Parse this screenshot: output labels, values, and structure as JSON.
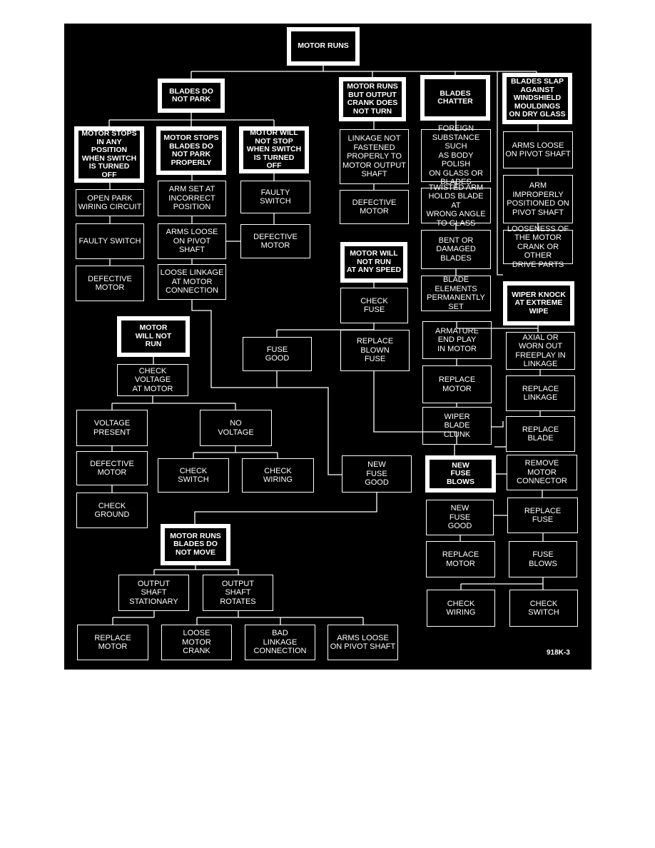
{
  "figure_label": "918K-3",
  "nodes": [
    {
      "id": "root",
      "label": "MOTOR RUNS",
      "head": true
    },
    {
      "id": "h1",
      "label": "BLADES DO\nNOT PARK",
      "head": true
    },
    {
      "id": "h2",
      "label": "MOTOR RUNS\nBUT OUTPUT\nCRANK DOES\nNOT TURN",
      "head": true
    },
    {
      "id": "h3",
      "label": "BLADES\nCHATTER",
      "head": true
    },
    {
      "id": "h4",
      "label": "BLADES SLAP\nAGAINST\nWINDSHIELD\nMOULDINGS\nON DRY GLASS",
      "head": true
    },
    {
      "id": "s1",
      "label": "MOTOR STOPS\nIN ANY\nPOSITION\nWHEN SWITCH\nIS TURNED\nOFF",
      "head": true
    },
    {
      "id": "s2",
      "label": "MOTOR STOPS\nBLADES DO\nNOT PARK\nPROPERLY",
      "head": true
    },
    {
      "id": "s3",
      "label": "MOTOR WILL\nNOT STOP\nWHEN SWITCH\nIS TURNED\nOFF",
      "head": true
    },
    {
      "id": "a1",
      "label": "OPEN PARK\nWIRING CIRCUIT"
    },
    {
      "id": "a2",
      "label": "FAULTY SWITCH"
    },
    {
      "id": "a3",
      "label": "DEFECTIVE\nMOTOR"
    },
    {
      "id": "b1",
      "label": "ARM SET AT\nINCORRECT\nPOSITION"
    },
    {
      "id": "b2",
      "label": "ARMS LOOSE\nON PIVOT SHAFT"
    },
    {
      "id": "b3",
      "label": "LOOSE LINKAGE\nAT MOTOR\nCONNECTION"
    },
    {
      "id": "c1",
      "label": "FAULTY\nSWITCH"
    },
    {
      "id": "c2",
      "label": "DEFECTIVE\nMOTOR"
    },
    {
      "id": "d1",
      "label": "LINKAGE NOT\nFASTENED\nPROPERLY TO\nMOTOR OUTPUT\nSHAFT"
    },
    {
      "id": "d2",
      "label": "DEFECTIVE\nMOTOR"
    },
    {
      "id": "e1",
      "label": "FOREIGN\nSUBSTANCE SUCH\nAS BODY POLISH\nON GLASS OR\nBLADES"
    },
    {
      "id": "e2",
      "label": "TWISTED ARM\nHOLDS BLADE AT\nWRONG ANGLE\nTO GLASS"
    },
    {
      "id": "e3",
      "label": "BENT OR\nDAMAGED\nBLADES"
    },
    {
      "id": "e4",
      "label": "BLADE ELEMENTS\nPERMANENTLY\nSET"
    },
    {
      "id": "f1",
      "label": "ARMS LOOSE\nON PIVOT SHAFT"
    },
    {
      "id": "f2",
      "label": "ARM\nIMPROPERLY\nPOSITIONED ON\nPIVOT SHAFT"
    },
    {
      "id": "f3",
      "label": "LOOSENESS OF\nTHE MOTOR\nCRANK OR OTHER\nDRIVE PARTS"
    },
    {
      "id": "g0",
      "label": "MOTOR WILL\nNOT RUN\nAT ANY SPEED",
      "head": true
    },
    {
      "id": "g1",
      "label": "CHECK\nFUSE"
    },
    {
      "id": "g2",
      "label": "FUSE\nGOOD"
    },
    {
      "id": "g3",
      "label": "REPLACE\nBLOWN\nFUSE"
    },
    {
      "id": "w0",
      "label": "WIPER KNOCK\nAT EXTREME\nWIPE",
      "head": true
    },
    {
      "id": "w1",
      "label": "ARMATURE\nEND PLAY\nIN MOTOR"
    },
    {
      "id": "w2",
      "label": "AXIAL OR\nWORN OUT\nFREEPLAY IN\nLINKAGE"
    },
    {
      "id": "w3",
      "label": "REPLACE\nMOTOR"
    },
    {
      "id": "w4",
      "label": "REPLACE\nLINKAGE"
    },
    {
      "id": "w5",
      "label": "WIPER\nBLADE\nCLUNK"
    },
    {
      "id": "w6",
      "label": "REPLACE\nBLADE"
    },
    {
      "id": "m0",
      "label": "MOTOR\nWILL NOT\nRUN",
      "head": true
    },
    {
      "id": "m1",
      "label": "CHECK\nVOLTAGE\nAT MOTOR"
    },
    {
      "id": "m2",
      "label": "VOLTAGE\nPRESENT"
    },
    {
      "id": "m3",
      "label": "NO\nVOLTAGE"
    },
    {
      "id": "m4",
      "label": "DEFECTIVE\nMOTOR"
    },
    {
      "id": "m5",
      "label": "CHECK\nGROUND"
    },
    {
      "id": "m6",
      "label": "CHECK\nSWITCH"
    },
    {
      "id": "m7",
      "label": "CHECK\nWIRING"
    },
    {
      "id": "n1",
      "label": "NEW\nFUSE\nGOOD"
    },
    {
      "id": "n2",
      "label": "NEW\nFUSE\nBLOWS",
      "head": true
    },
    {
      "id": "n3",
      "label": "REMOVE\nMOTOR\nCONNECTOR"
    },
    {
      "id": "n4",
      "label": "NEW\nFUSE\nGOOD"
    },
    {
      "id": "n5",
      "label": "REPLACE\nFUSE"
    },
    {
      "id": "n6",
      "label": "REPLACE\nMOTOR"
    },
    {
      "id": "n7",
      "label": "FUSE\nBLOWS"
    },
    {
      "id": "n8",
      "label": "CHECK\nWIRING"
    },
    {
      "id": "n9",
      "label": "CHECK\nSWITCH"
    },
    {
      "id": "r0",
      "label": "MOTOR RUNS\nBLADES DO\nNOT MOVE",
      "head": true
    },
    {
      "id": "r1",
      "label": "OUTPUT\nSHAFT\nSTATIONARY"
    },
    {
      "id": "r2",
      "label": "OUTPUT\nSHAFT\nROTATES"
    },
    {
      "id": "r3",
      "label": "REPLACE\nMOTOR"
    },
    {
      "id": "r4",
      "label": "LOOSE\nMOTOR\nCRANK"
    },
    {
      "id": "r5",
      "label": "BAD\nLINKAGE\nCONNECTION"
    },
    {
      "id": "r6",
      "label": "ARMS LOOSE\nON PIVOT SHAFT"
    }
  ]
}
